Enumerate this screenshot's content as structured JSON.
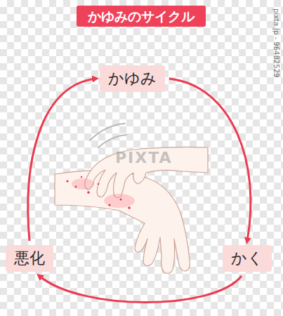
{
  "diagram": {
    "title": "かゆみのサイクル",
    "nodes": [
      {
        "text": [
          "かゆみ"
        ]
      },
      {
        "text": [
          "かく"
        ]
      },
      {
        "text": [
          "悪化"
        ]
      }
    ],
    "edges": [
      {
        "from": 0,
        "to": 1,
        "arrow": "to"
      },
      {
        "from": 1,
        "to": 2,
        "arrow": "to"
      },
      {
        "from": 2,
        "to": 0,
        "arrow": "to"
      }
    ],
    "labels": [
      "PIXTA",
      "pixta.jp - 96482529"
    ]
  }
}
